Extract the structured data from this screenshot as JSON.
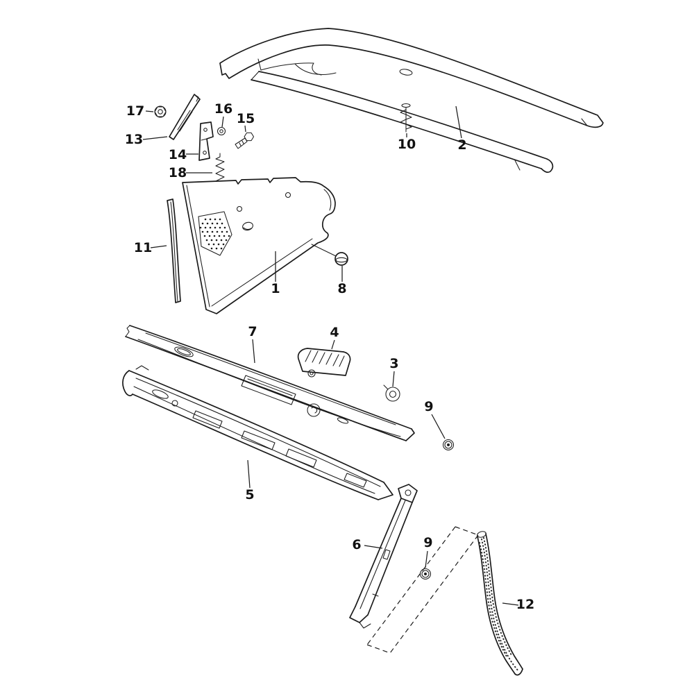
{
  "diagram": {
    "type": "exploded-parts-line-drawing",
    "background_color": "#ffffff",
    "line_color": "#1b1b1b",
    "callouts": [
      {
        "part": "17",
        "text": "17"
      },
      {
        "part": "13",
        "text": "13"
      },
      {
        "part": "16",
        "text": "16"
      },
      {
        "part": "15",
        "text": "15"
      },
      {
        "part": "14",
        "text": "14"
      },
      {
        "part": "18",
        "text": "18"
      },
      {
        "part": "10",
        "text": "10"
      },
      {
        "part": "2",
        "text": "2"
      },
      {
        "part": "11",
        "text": "11"
      },
      {
        "part": "1",
        "text": "1"
      },
      {
        "part": "8",
        "text": "8"
      },
      {
        "part": "7",
        "text": "7"
      },
      {
        "part": "4",
        "text": "4"
      },
      {
        "part": "3",
        "text": "3"
      },
      {
        "part": "9a",
        "text": "9"
      },
      {
        "part": "5",
        "text": "5"
      },
      {
        "part": "6",
        "text": "6"
      },
      {
        "part": "9b",
        "text": "9"
      },
      {
        "part": "12",
        "text": "12"
      }
    ]
  }
}
